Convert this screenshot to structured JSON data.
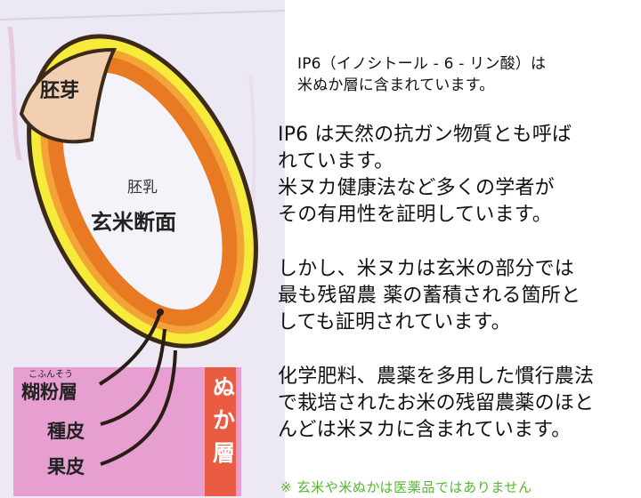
{
  "diagram": {
    "germ_label": "胚芽",
    "endosperm_label": "胚乳",
    "title": "玄米断面",
    "furigana": "こふんそう",
    "layer_labels": [
      "糊粉層",
      "種皮",
      "果皮"
    ],
    "nuka_label": "ぬか層",
    "nuka_chars": [
      "ぬ",
      "か",
      "層"
    ],
    "colors": {
      "panel_background": "#ece8f4",
      "outer_layer": "#f6ea3a",
      "middle_layer": "#f2a437",
      "inner_layer": "#e87a23",
      "germ": "#f2cfb0",
      "leader_label_box": "#e79ed1",
      "nuka_box": "#e95b43"
    }
  },
  "text": {
    "intro": [
      "IP6（イノシトール - 6 - リン酸）は",
      "米ぬか層に含まれています。"
    ],
    "paragraphs": [
      [
        "IP6 は天然の抗ガン物質とも呼ば",
        "れています。",
        "米ヌカ健康法など多くの学者が",
        "その有用性を証明しています。"
      ],
      [
        "しかし、米ヌカは玄米の部分では",
        "最も残留農 薬の蓄積される箇所と",
        "しても証明されています。"
      ],
      [
        "化学肥料、農薬を多用した慣行農法",
        "で栽培されたお米の残留農薬のほと",
        "んどは米ヌカに含まれています。"
      ]
    ],
    "notice": "※ 玄米や米ぬかは医薬品ではありません"
  }
}
